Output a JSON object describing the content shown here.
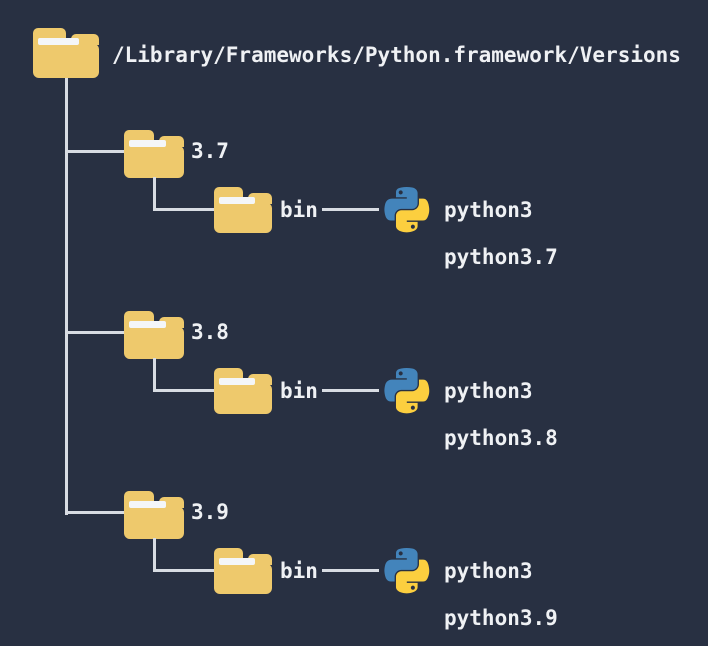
{
  "diagram": {
    "background_color": "#283042",
    "folder_color": "#eec96c",
    "line_color": "#d8dce3",
    "text_color": "#eff1f4",
    "python_logo_blue": "#4384bb",
    "python_logo_yellow": "#fccf3f"
  },
  "root": {
    "path_label": "/Library/Frameworks/Python.framework/Versions"
  },
  "branches": [
    {
      "version": "3.7",
      "bin_label": "bin",
      "executables": [
        "python3",
        "python3.7"
      ]
    },
    {
      "version": "3.8",
      "bin_label": "bin",
      "executables": [
        "python3",
        "python3.8"
      ]
    },
    {
      "version": "3.9",
      "bin_label": "bin",
      "executables": [
        "python3",
        "python3.9"
      ]
    }
  ]
}
